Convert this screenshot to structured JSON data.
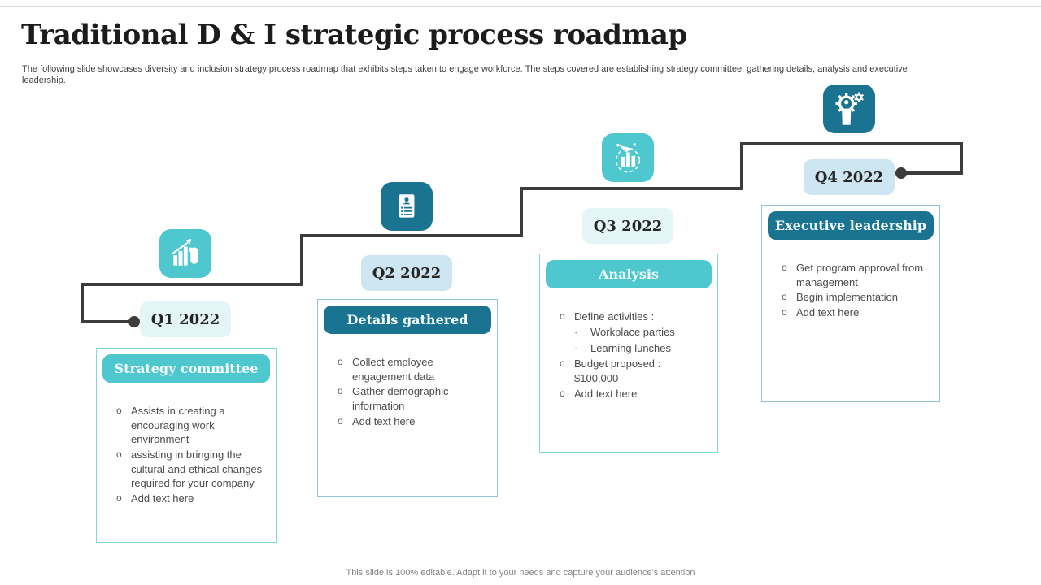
{
  "slide": {
    "title": "Traditional D & I strategic process roadmap",
    "subtitle": "The  following slide showcases diversity and inclusion strategy process roadmap that exhibits steps taken to engage workforce. The steps covered are establishing strategy committee, gathering details, analysis and executive leadership.",
    "footer": "This slide is 100% editable.  Adapt it to your needs and capture your audience's attention"
  },
  "markers": {
    "bullet": "o",
    "sub_bullet": "·"
  },
  "colors": {
    "teal_light": "#4ec8ce",
    "teal_dark": "#1a7390",
    "pill_mint": "#e4f5f6",
    "pill_blue": "#cee6f1",
    "border_mint": "#7ed8dc",
    "border_blue": "#8fc3d9",
    "line_color": "#3c3c3c"
  },
  "stages": [
    {
      "quarter": "Q1 2022",
      "heading": "Strategy committee",
      "icon": "growth-bar-chart-hand-icon",
      "bullets": [
        {
          "text": "Assists in creating a encouraging work environment"
        },
        {
          "text": "assisting in bringing the cultural and ethical changes required for your company"
        },
        {
          "text": "Add text here"
        }
      ]
    },
    {
      "quarter": "Q2 2022",
      "heading": "Details gathered",
      "icon": "employee-form-icon",
      "bullets": [
        {
          "text": "Collect employee engagement data"
        },
        {
          "text": "Gather demographic information"
        },
        {
          "text": "Add text here"
        }
      ]
    },
    {
      "quarter": "Q3 2022",
      "heading": "Analysis",
      "icon": "chart-analysis-icon",
      "bullets": [
        {
          "text": "Define activities :"
        },
        {
          "text": "Workplace parties",
          "level": 2
        },
        {
          "text": "Learning lunches",
          "level": 2
        },
        {
          "text": "Budget proposed : $100,000"
        },
        {
          "text": "Add text here"
        }
      ]
    },
    {
      "quarter": "Q4 2022",
      "heading": "Executive leadership",
      "icon": "leadership-gears-icon",
      "bullets": [
        {
          "text": "Get program approval from management"
        },
        {
          "text": "Begin implementation"
        },
        {
          "text": "Add text here"
        }
      ]
    }
  ]
}
